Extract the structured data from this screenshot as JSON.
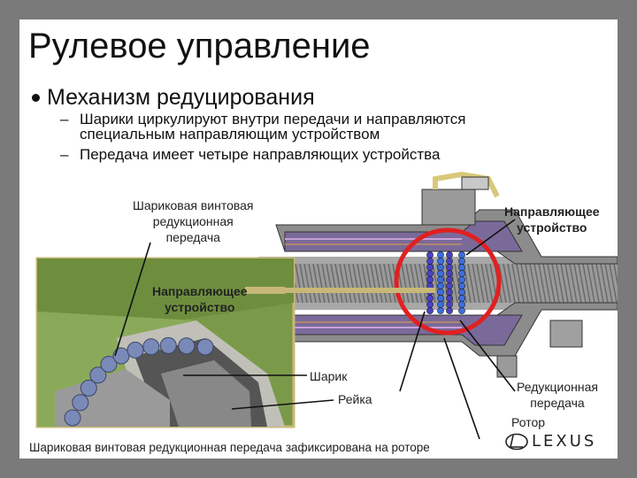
{
  "slide": {
    "title": "Рулевое управление",
    "bullet": "Механизм редуцирования",
    "subpoints": [
      {
        "dash": "–",
        "line1": "Шарики циркулируют внутри передачи и направляются",
        "line2": "специальным направляющим устройством"
      },
      {
        "dash": "–",
        "line1": "Передача имеет четыре направляющих устройства",
        "line2": ""
      }
    ],
    "labels": {
      "ball_screw": [
        "Шариковая винтовая",
        "редукционная",
        "передача"
      ],
      "guide_top_right": [
        "Направляющее",
        "устройство"
      ],
      "guide_left": [
        "Направляющее",
        "устройство"
      ],
      "ball": "Шарик",
      "rack": "Рейка",
      "reduction_gear": [
        "Редукционная",
        "передача"
      ],
      "rotor": "Ротор"
    },
    "caption": "Шариковая винтовая редукционная передача зафиксирована на роторе",
    "logo": "LEXUS",
    "colors": {
      "highlight_circle": "#e02020",
      "inset_border": "#c8b878",
      "ball_purple": "#4a40c8",
      "ball_blue": "#3a6ee0",
      "housing_gray": "#8c8c8c"
    }
  }
}
